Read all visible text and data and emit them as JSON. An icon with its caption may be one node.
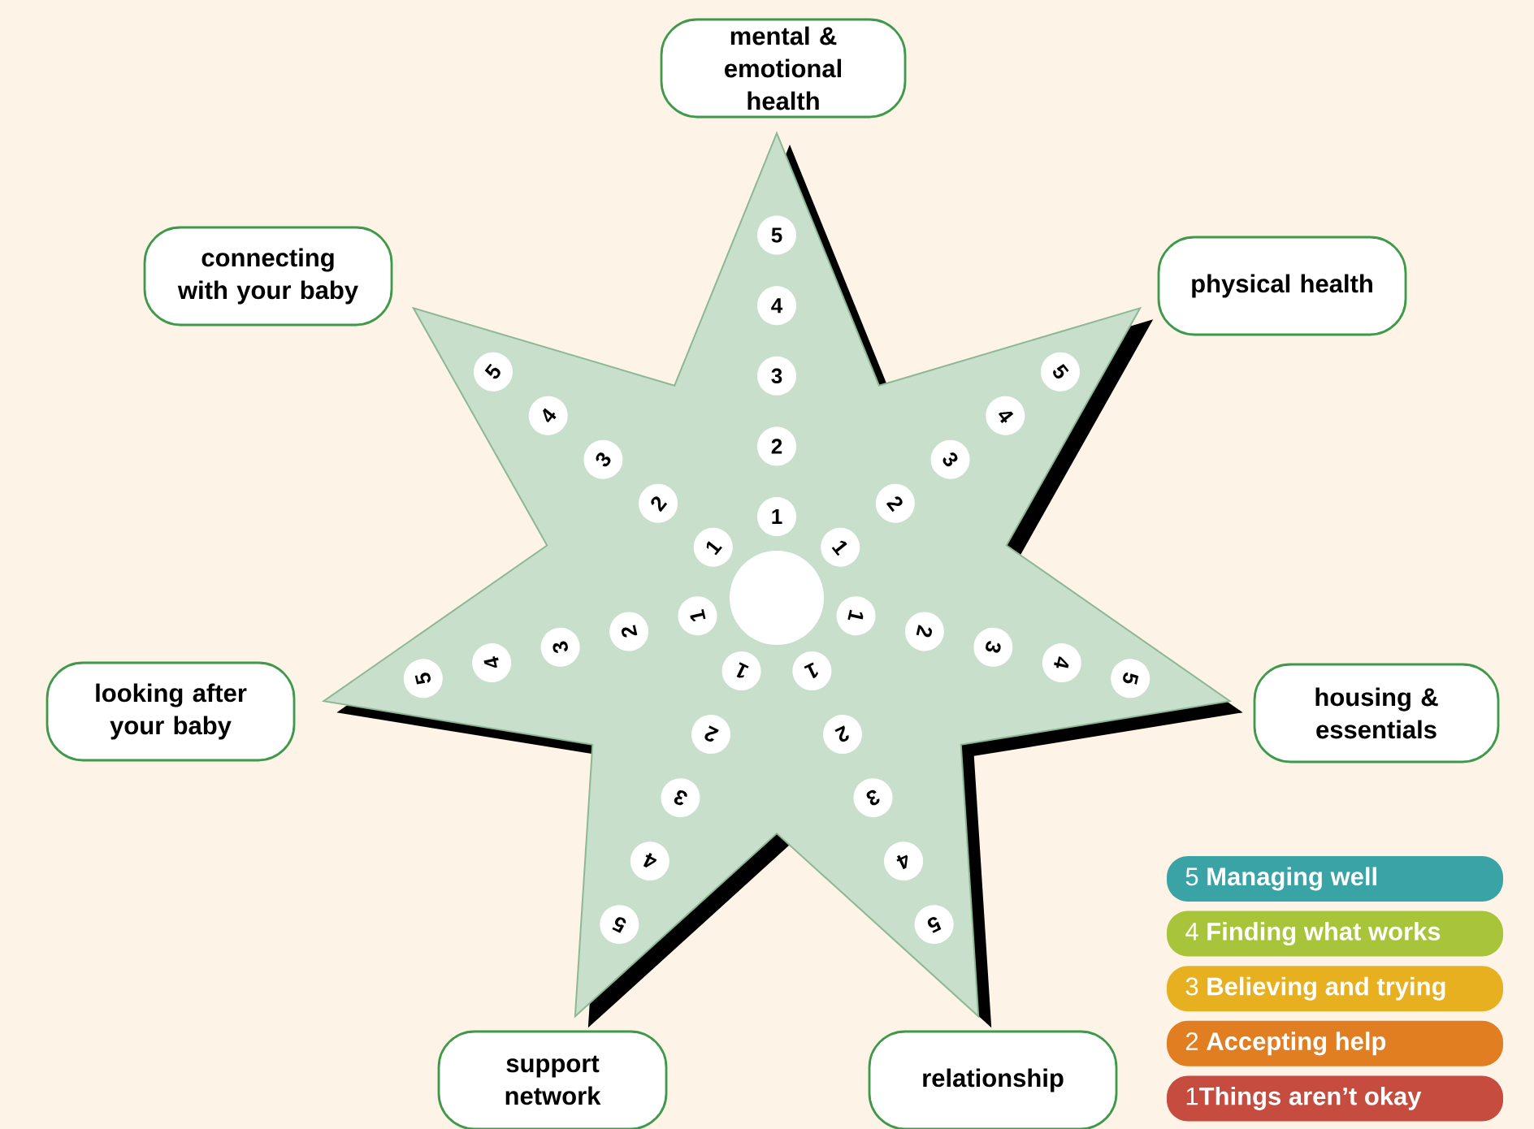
{
  "diagram": {
    "nodes": [
      {
        "text": [
          "mental & emotional health"
        ]
      },
      {
        "text": [
          "physical health"
        ]
      },
      {
        "text": [
          "housing & essentials"
        ]
      },
      {
        "text": [
          "relationship"
        ]
      },
      {
        "text": [
          "support network"
        ]
      },
      {
        "text": [
          "looking after your baby"
        ]
      },
      {
        "text": [
          "connecting with your baby"
        ]
      }
    ],
    "edges": [],
    "labels": [
      "1",
      "2",
      "3",
      "4",
      "5",
      "1",
      "2",
      "3",
      "4",
      "5",
      "1",
      "2",
      "3",
      "4",
      "5",
      "1",
      "2",
      "3",
      "4",
      "5",
      "1",
      "2",
      "3",
      "4",
      "5",
      "1",
      "2",
      "3",
      "4",
      "5",
      "1",
      "2",
      "3",
      "4",
      "5"
    ],
    "legend": [
      {
        "text": "5 **Managing well**",
        "color": "#3aa3a5"
      },
      {
        "text": "4 **Finding what works**",
        "color": "#a8c43a"
      },
      {
        "text": "3 **Believing and trying**",
        "color": "#e7b020"
      },
      {
        "text": "2 **Accepting help**",
        "color": "#e27e22"
      },
      {
        "text": "1**Things aren’t okay**",
        "color": "#c64c3f"
      }
    ]
  }
}
